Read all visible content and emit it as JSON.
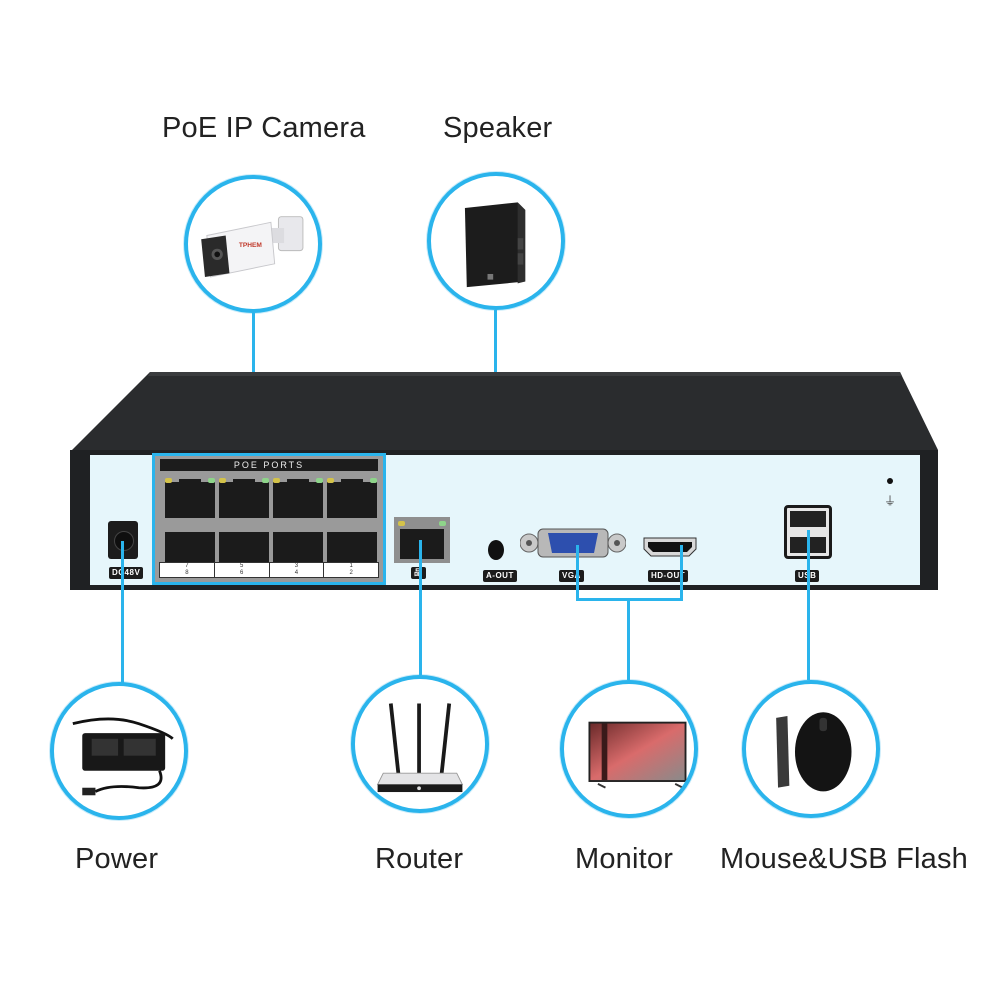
{
  "title": "NVR rear panel connection diagram",
  "colors": {
    "accent": "#2ab4ec",
    "nvr_body": "#1f2123",
    "panel": "#e6f6fb"
  },
  "devices_top": [
    {
      "label": "PoE IP Camera",
      "icon": "ip-camera-icon",
      "camera_brand": "TPHEM"
    },
    {
      "label": "Speaker",
      "icon": "speaker-icon"
    }
  ],
  "devices_bottom": [
    {
      "label": "Power",
      "icon": "power-adapter-icon"
    },
    {
      "label": "Router",
      "icon": "router-icon"
    },
    {
      "label": "Monitor",
      "icon": "monitor-icon"
    },
    {
      "label": "Mouse&USB Flash",
      "icon": "mouse-usb-icon"
    }
  ],
  "nvr": {
    "poe_title": "POE  PORTS",
    "poe_numbers_top": [
      "7",
      "5",
      "3",
      "1"
    ],
    "poe_numbers_bottom": [
      "8",
      "6",
      "4",
      "2"
    ],
    "ports": {
      "dc": "DC48V",
      "lan": "品",
      "aout": "A-OUT",
      "vga": "VGA",
      "hdout": "HD-OUT",
      "usb": "USB",
      "ground": "⏚"
    }
  }
}
